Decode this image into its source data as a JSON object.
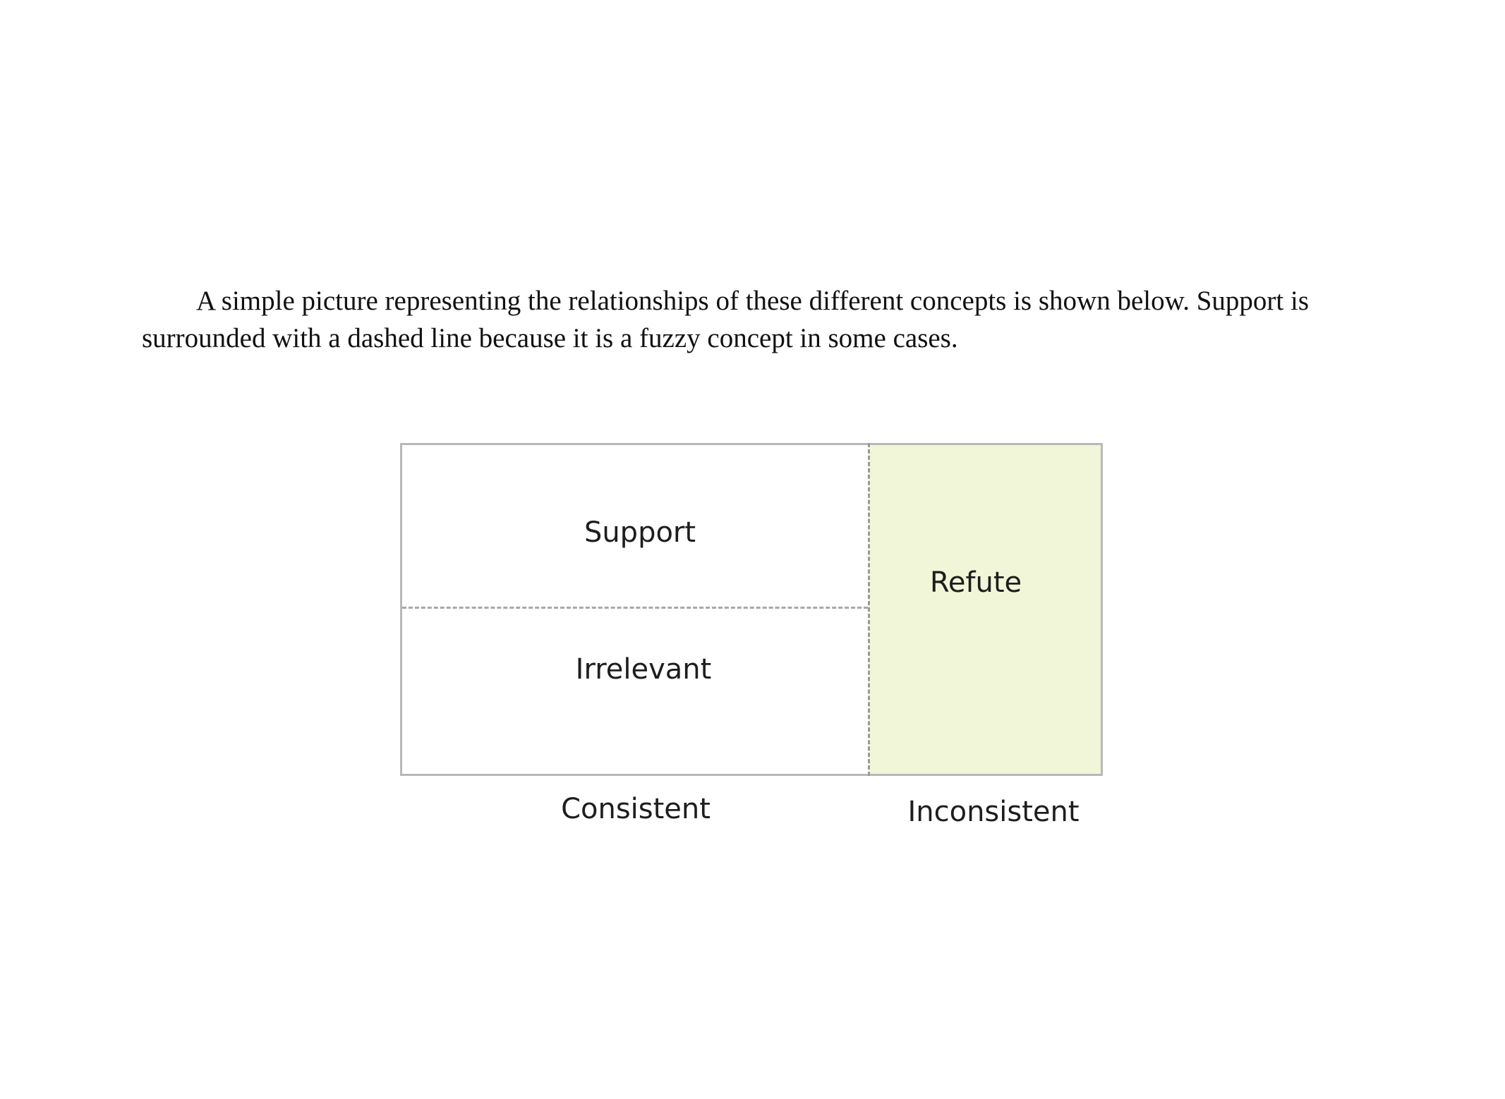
{
  "document": {
    "paragraph": "A simple picture representing the relationships of these different concepts is shown below. Support is surrounded with a dashed line because it is a fuzzy concept in some cases."
  },
  "diagram": {
    "regions": {
      "support": "Support",
      "irrelevant": "Irrelevant",
      "refute": "Refute"
    },
    "columns": {
      "consistent": "Consistent",
      "inconsistent": "Inconsistent"
    },
    "colors": {
      "refute_fill": "#f1f6d8",
      "border": "#b8b8b8",
      "dashed_line": "#9a9a9a"
    }
  }
}
